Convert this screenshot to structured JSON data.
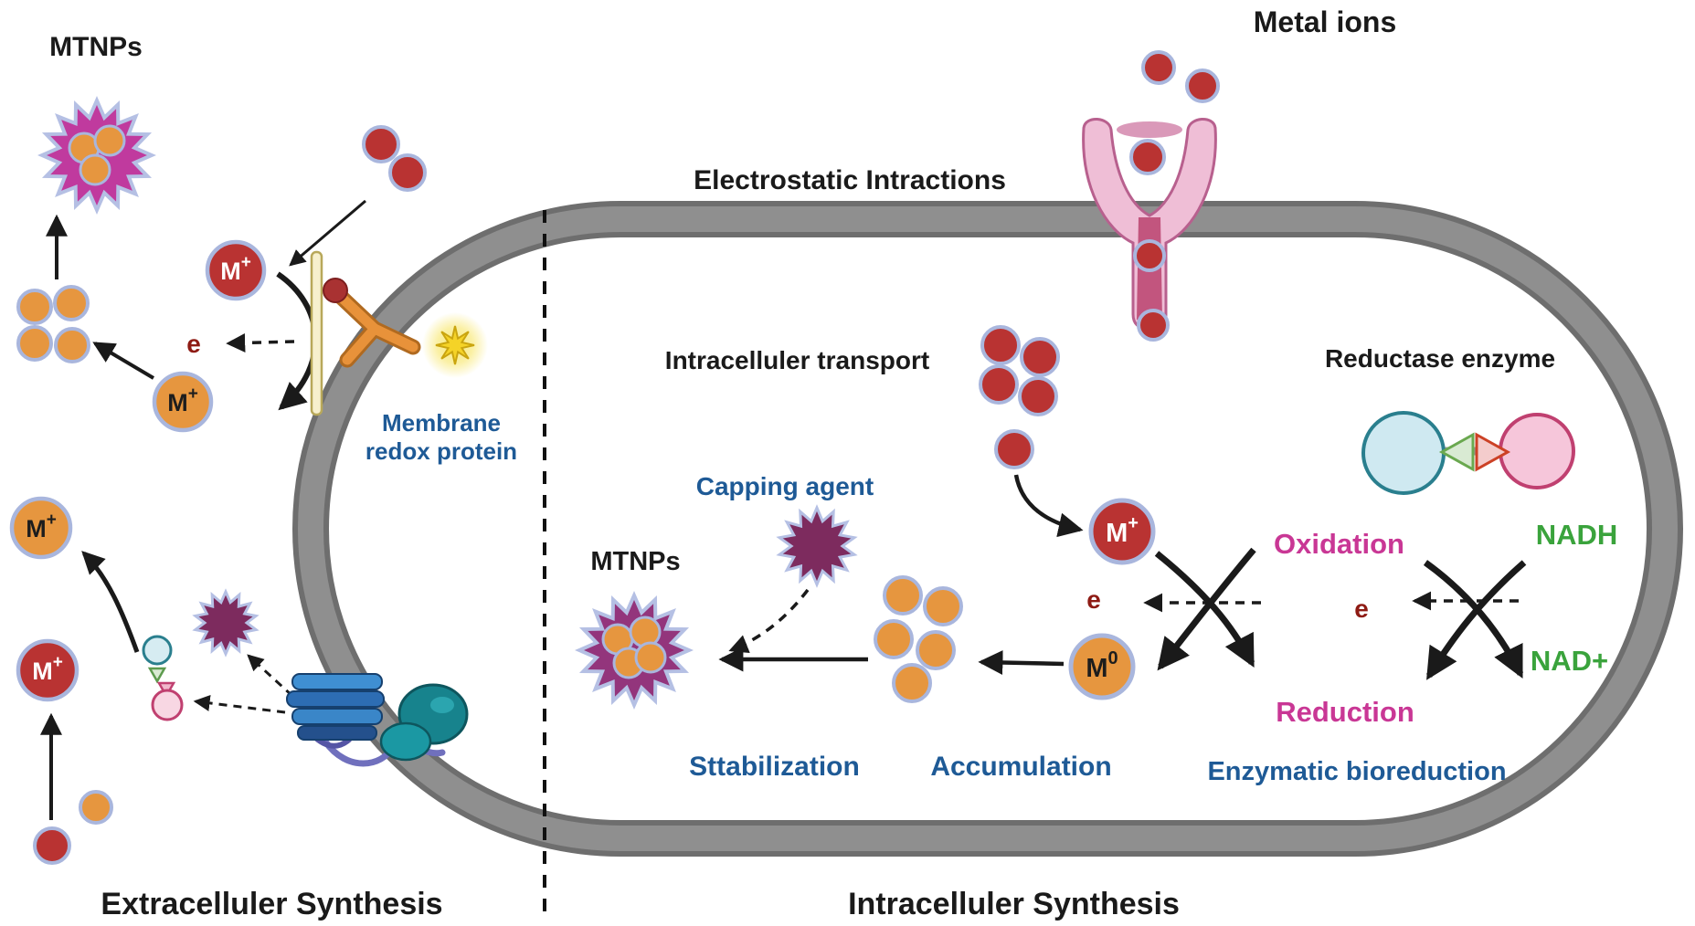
{
  "regions": {
    "extracellular": {
      "caption": "Extracelluler Synthesis"
    },
    "intracellular": {
      "caption": "Intracelluler Synthesis"
    }
  },
  "labels": {
    "mtnps_extracellular": "MTNPs",
    "metal_ions": "Metal ions",
    "electrostatic_interactions": "Electrostatic Intractions",
    "membrane_redox_protein": "Membrane redox protein",
    "intracellular_transport": "Intracelluler transport",
    "reductase_enzyme": "Reductase enzyme",
    "capping_agent": "Capping agent",
    "mtnps_intracellular": "MTNPs",
    "oxidation": "Oxidation",
    "reduction": "Reduction",
    "nadh": "NADH",
    "nad_plus": "NAD+",
    "stabilization": "Sttabilization",
    "accumulation": "Accumulation",
    "enzymatic_bioreduction": "Enzymatic bioreduction"
  },
  "ions": {
    "m": "M",
    "plus": "+",
    "zero": "0",
    "electron": "e"
  },
  "colors": {
    "metal_ion_red": "#b93332",
    "reduced_metal_orange": "#e6963f",
    "ion_outline_blue": "#a9b6dd",
    "membrane_gray": "#8f8f8f",
    "membrane_edge_gray": "#6e6e6e",
    "blue_label": "#1e5a96",
    "magenta_label": "#c93795",
    "green_label": "#3aa33c",
    "electron_dark_red": "#8e1b14",
    "nanoparticle_magenta": "#c03a9e",
    "nanoparticle_purple": "#7d2b5e",
    "channel_pink_light": "#efbed6",
    "channel_pink_dark": "#c2557e",
    "antibody_orange": "#e8923a",
    "sparkle_yellow": "#f5d327",
    "enzyme_blue": "#cfe9f1",
    "enzyme_pink": "#f6c6da",
    "protein_complex_blue": "#2d6db3",
    "protein_complex_teal": "#17838d"
  }
}
